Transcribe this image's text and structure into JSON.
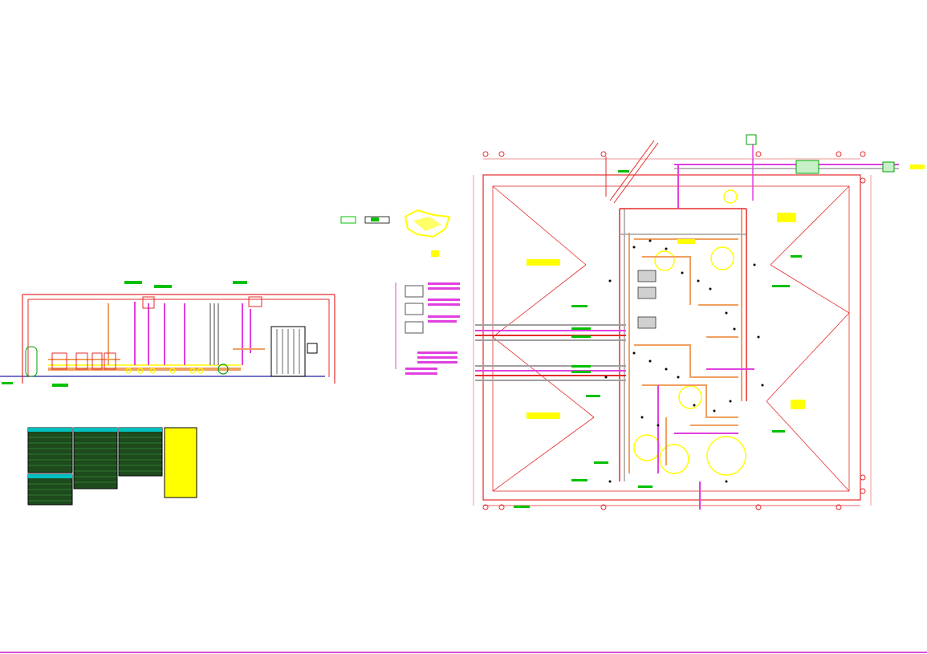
{
  "drawing": {
    "background": "#ffffff",
    "colors": {
      "pipe_red": "#e52b2b",
      "pipe_magenta": "#e040e0",
      "pipe_orange": "#f0a060",
      "pipe_yellow": "#ffff00",
      "label_green": "#00c000",
      "pipe_blue": "#2020a0",
      "pipe_gray": "#a0a0a0",
      "annotation_black": "#000000",
      "border_magenta": "#d64fd6"
    },
    "views": [
      {
        "id": "elevation",
        "description_icon": "piping-elevation-view"
      },
      {
        "id": "detail",
        "description_icon": "equipment-detail-view"
      },
      {
        "id": "legend",
        "description_icon": "symbol-legend"
      },
      {
        "id": "tables",
        "description_icon": "equipment-schedule-tables"
      },
      {
        "id": "plan",
        "description_icon": "piping-floor-plan"
      }
    ]
  }
}
